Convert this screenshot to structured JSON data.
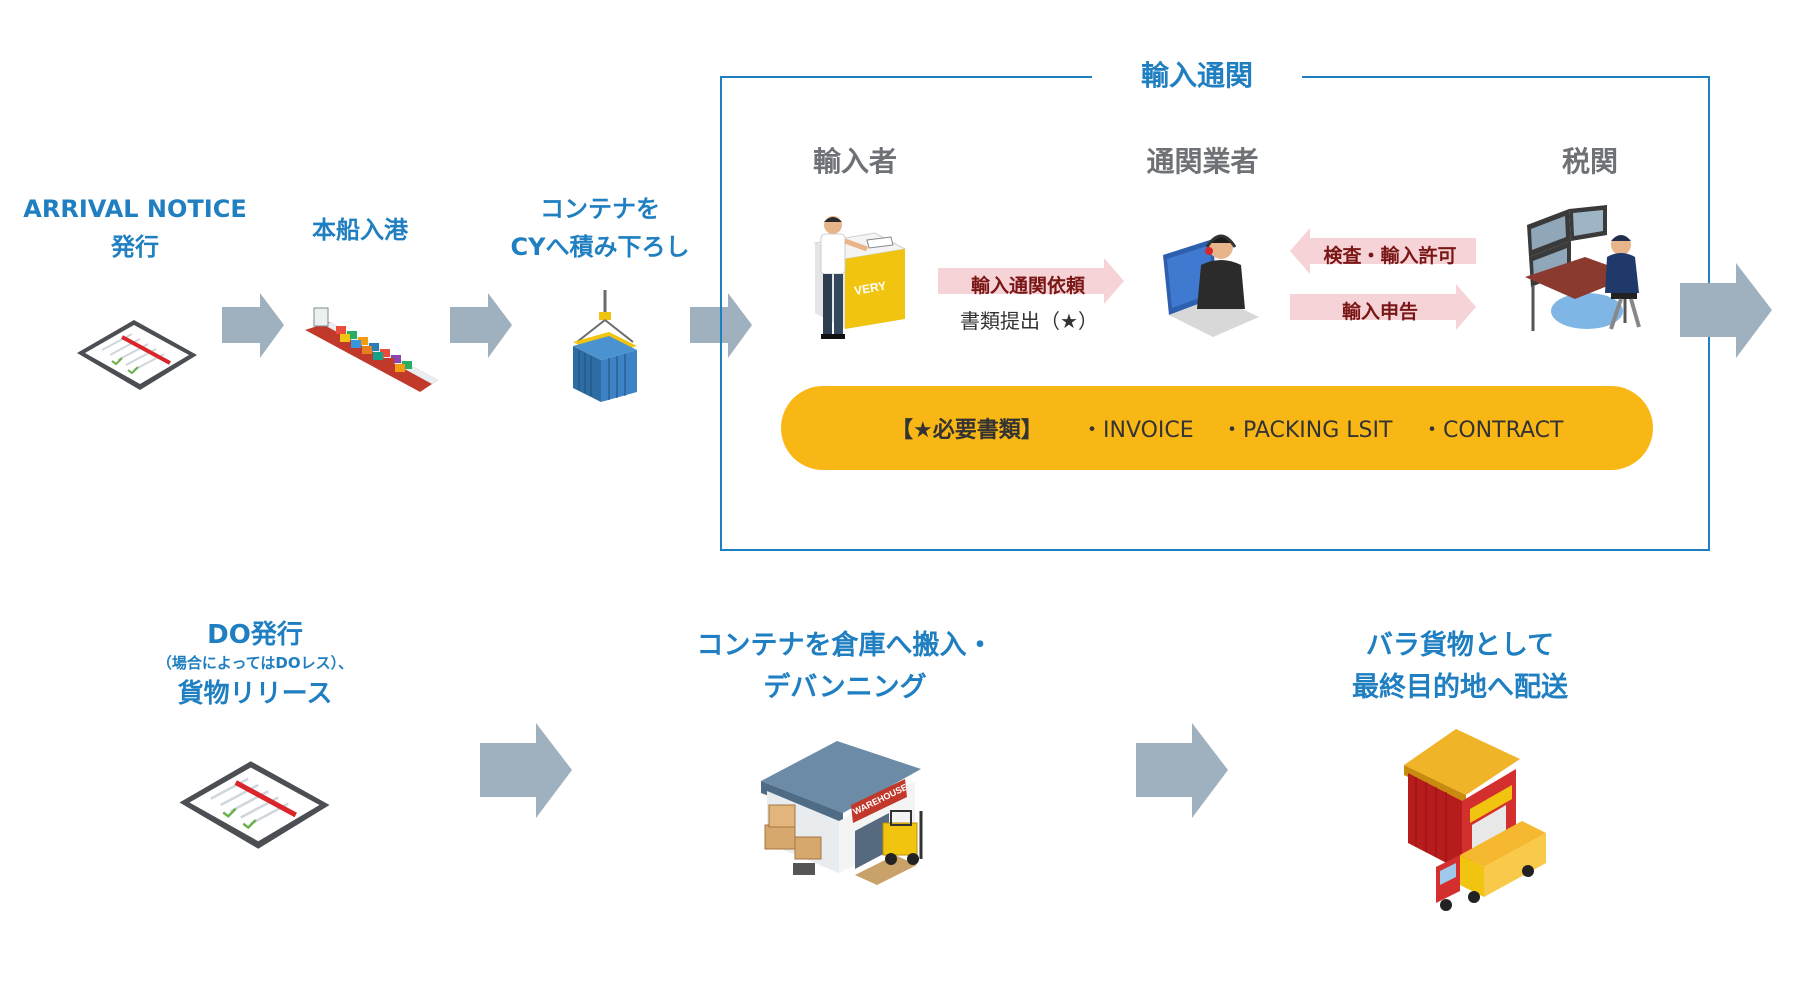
{
  "top_flow": {
    "step1": {
      "line1": "ARRIVAL NOTICE",
      "line2": "発行"
    },
    "step2": {
      "line1": "本船入港"
    },
    "step3": {
      "line1": "コンテナを",
      "line2": "CYへ積み下ろし"
    }
  },
  "customs": {
    "title": "輸入通関",
    "importer_label": "輸入者",
    "broker_label": "通関業者",
    "customs_label": "税関",
    "request_arrow": "輸入通関依頼",
    "request_note": "書類提出（★）",
    "inspection_arrow": "検査・輸入許可",
    "declaration_arrow": "輸入申告",
    "importer_sign": "VERY",
    "documents": {
      "heading": "【★必要書類】",
      "items": [
        "・INVOICE",
        "・PACKING LSIT",
        "・CONTRACT"
      ]
    }
  },
  "bottom_flow": {
    "step1": {
      "line1": "DO発行",
      "line2": "（場合によってはDOレス）、",
      "line3": "貨物リリース"
    },
    "step2": {
      "line1": "コンテナを倉庫へ搬入・",
      "line2": "デバンニング"
    },
    "step3": {
      "line1": "バラ貨物として",
      "line2": "最終目的地へ配送"
    }
  },
  "warehouse_sign": "WAREHOUSE",
  "colors": {
    "label_blue": "#1f7fc1",
    "arrow_gray": "#9fb1bf",
    "pill_yellow": "#f9b716",
    "pink_arrow": "#f5d3d6",
    "pink_text": "#7a1616"
  },
  "icons": [
    "tablet-icon",
    "ship-icon",
    "container-crane-icon",
    "importer-person-icon",
    "broker-headset-icon",
    "customs-officer-icon",
    "warehouse-forklift-icon",
    "warehouse-truck-icon"
  ]
}
